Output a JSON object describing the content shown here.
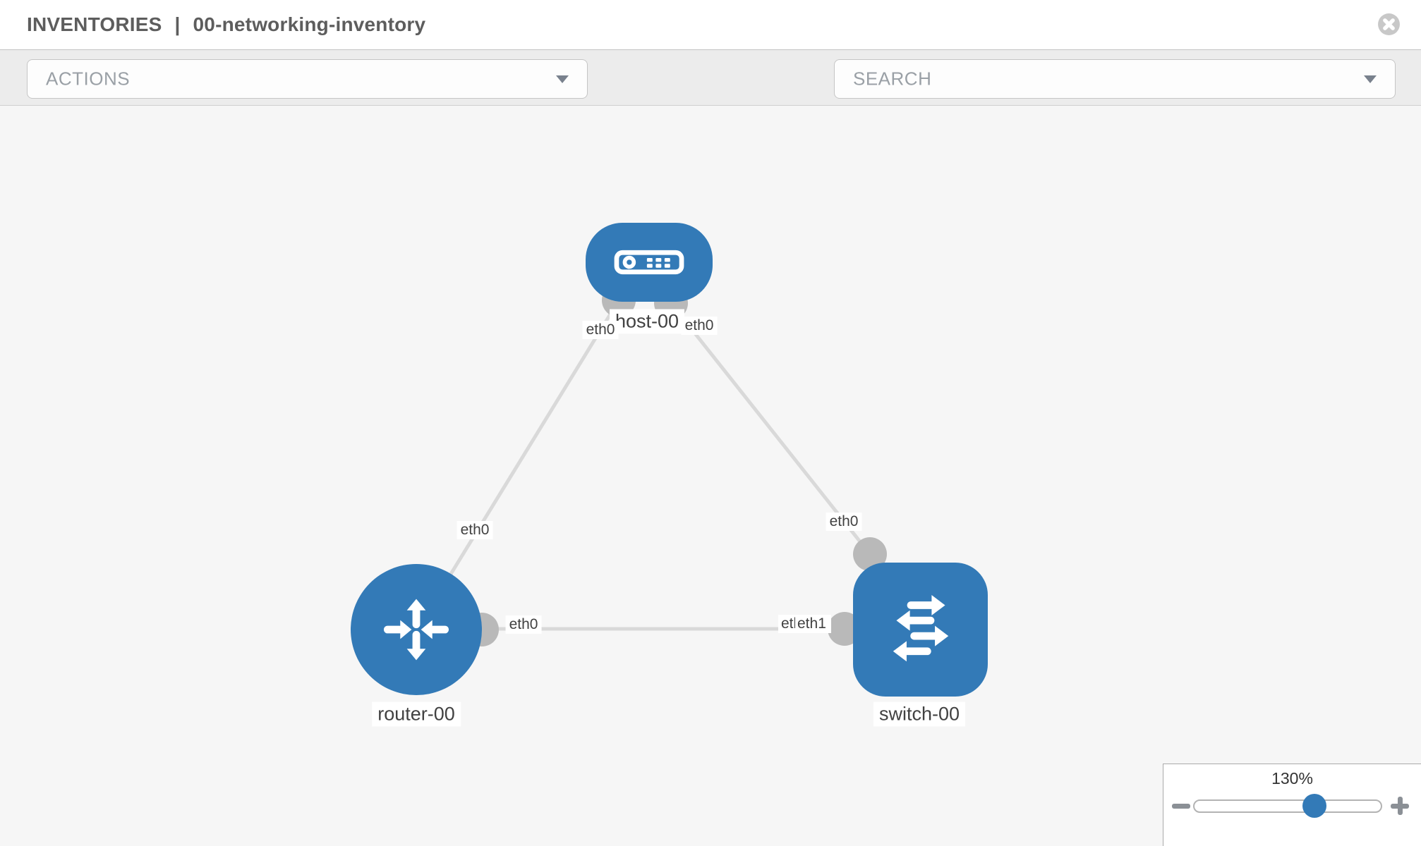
{
  "colors": {
    "accent-blue": "#337ab7",
    "port-gray": "#b9b9b9",
    "link-gray": "#d9d9d9",
    "icon-gray": "#858b93",
    "placeholder-gray": "#9aa0a6",
    "title-gray": "#5d5d5d",
    "label-text": "#414141",
    "toolbar-bg": "#ececec",
    "canvas-bg": "#f6f6f6"
  },
  "header": {
    "section": "INVENTORIES",
    "separator": "|",
    "inventory_name": "00-networking-inventory",
    "close_icon": "close"
  },
  "toolbar": {
    "actions_placeholder": "ACTIONS",
    "search_placeholder": "SEARCH",
    "wrench_icon": "wrench",
    "key_icon": "key"
  },
  "graph": {
    "nodes": [
      {
        "id": "host-00",
        "type": "host",
        "label": "host-00"
      },
      {
        "id": "router-00",
        "type": "router",
        "label": "router-00"
      },
      {
        "id": "switch-00",
        "type": "switch",
        "label": "switch-00"
      }
    ],
    "links": [
      {
        "from": "host-00",
        "to": "router-00",
        "from_label": "eth0",
        "to_label": "eth0"
      },
      {
        "from": "host-00",
        "to": "switch-00",
        "from_label": "eth0",
        "to_label": "eth0"
      },
      {
        "from": "router-00",
        "to": "switch-00",
        "from_label": "eth0",
        "to_label": "eth1",
        "to_label_overlapped": "eth0"
      }
    ]
  },
  "zoom": {
    "value": "130%",
    "minus_icon": "minus",
    "plus_icon": "plus"
  }
}
